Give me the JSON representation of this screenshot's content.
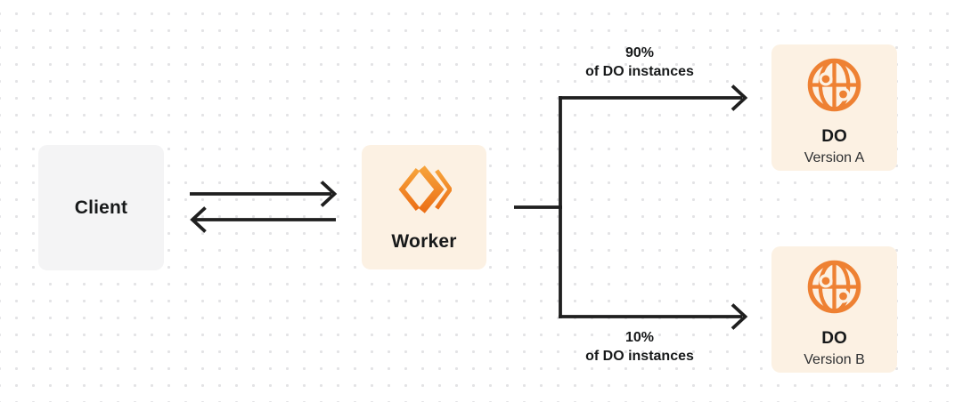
{
  "nodes": {
    "client": {
      "label": "Client"
    },
    "worker": {
      "label": "Worker",
      "icon": "workers-logo-icon"
    },
    "do_a": {
      "title": "DO",
      "subtitle": "Version A",
      "icon": "durable-object-globe-icon"
    },
    "do_b": {
      "title": "DO",
      "subtitle": "Version B",
      "icon": "durable-object-globe-icon"
    }
  },
  "edges": {
    "client_worker": {
      "style": "double-arrow"
    },
    "top": {
      "percent": "90%",
      "caption": "of DO instances"
    },
    "bottom": {
      "percent": "10%",
      "caption": "of DO instances"
    }
  },
  "colors": {
    "accent": "#ee8133",
    "node-cream": "#fcf1e3",
    "client-gray": "#f4f4f5",
    "line": "#1f1f1f",
    "ink": "#17191a",
    "dot": "#e3e3e5"
  }
}
